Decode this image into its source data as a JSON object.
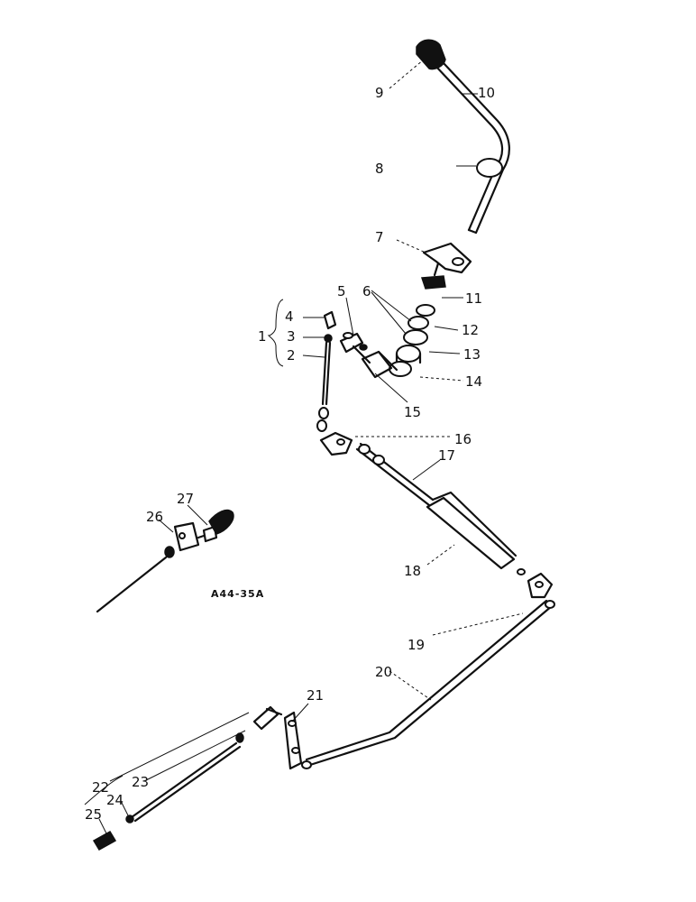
{
  "diagram": {
    "reference_code": "A44-35A",
    "callouts": [
      "1",
      "2",
      "3",
      "4",
      "5",
      "6",
      "7",
      "8",
      "9",
      "10",
      "11",
      "12",
      "13",
      "14",
      "15",
      "16",
      "17",
      "18",
      "19",
      "20",
      "21",
      "22",
      "23",
      "24",
      "25",
      "26",
      "27"
    ]
  }
}
